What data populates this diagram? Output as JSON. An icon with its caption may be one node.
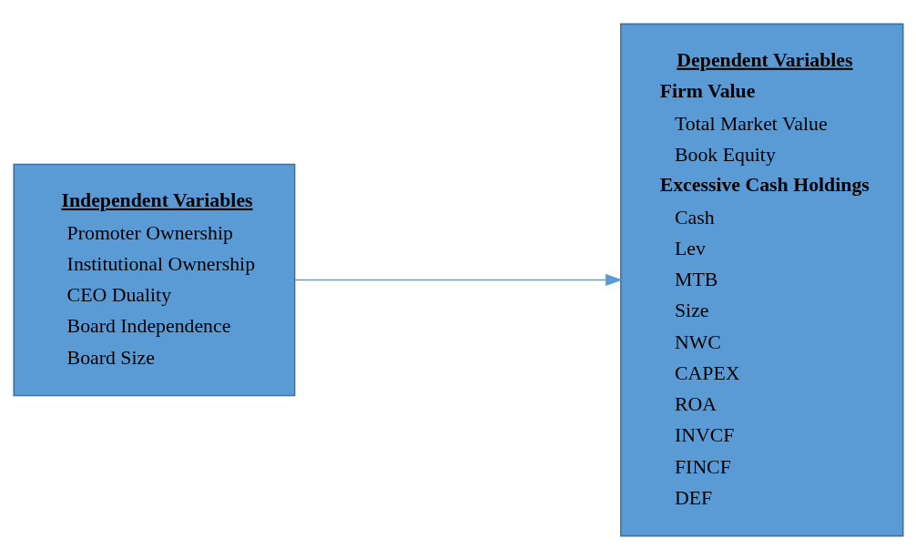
{
  "diagram": {
    "nodes": [
      {
        "text": [
          "Independent Variables",
          "Promoter Ownership",
          "Institutional Ownership",
          "CEO Duality",
          "Board Independence",
          "Board Size"
        ]
      },
      {
        "text": [
          "Dependent Variables",
          "Firm Value",
          "Total Market Value",
          "Book Equity",
          "Excessive Cash Holdings",
          "Cash",
          "Lev",
          "MTB",
          "Size",
          "NWC",
          "CAPEX",
          "ROA",
          "INVCF",
          "FINCF",
          "DEF"
        ]
      }
    ],
    "edges": [
      {
        "from": 0,
        "to": 1,
        "arrow": "to"
      }
    ]
  }
}
